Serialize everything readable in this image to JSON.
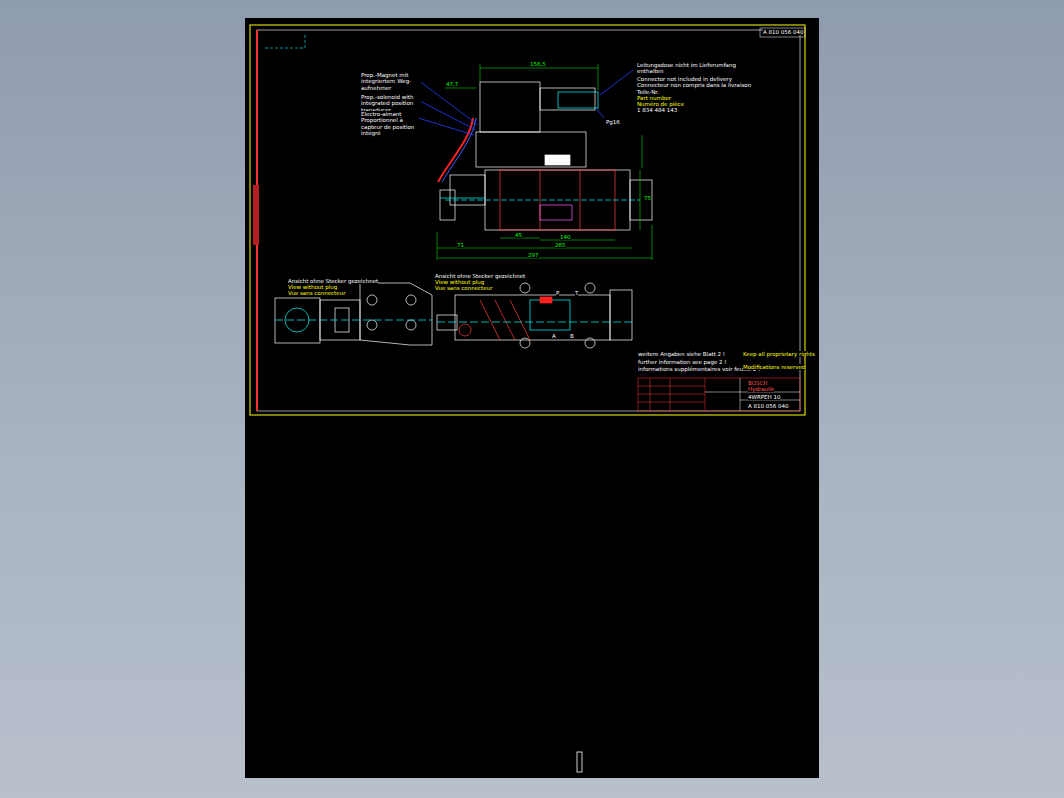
{
  "diagram": {
    "labels": [
      "A 810 056 040",
      "Prop.-Magnet mit integriertem Weg-aufnehmer",
      "Prop.-solenoid with integrated position transducer",
      "Electro-aimant Proportionnel à capteur de position intégré",
      "Leitungsdose nicht im Lieferumfang enthalten",
      "Connector not included in delivery",
      "Connecteur non compris dans la livraison",
      "Teile-Nr.",
      "Part number",
      "Numéro de pièce",
      "1 834 484 143",
      "Pg16",
      "156,5",
      "47,7",
      "71",
      "265",
      "297",
      "140",
      "45",
      "75",
      "Ansicht ohne Stecker gezeichnet",
      "View without plug",
      "Vue sans connecteur",
      "Ansicht ohne Stecker gezeichnet",
      "View without plug",
      "Vue sans connecteur",
      "weitere Angaben siehe Blatt 2 !",
      "further information see page 2 !",
      "informations supplémentaires voir feuille 2 !",
      "Keep all proprietary rights",
      "Modifications reserved",
      "BOSCH",
      "Hydraulik",
      "4WRPEH 10",
      "A 810 056 040",
      "P",
      "T",
      "A",
      "B"
    ]
  }
}
